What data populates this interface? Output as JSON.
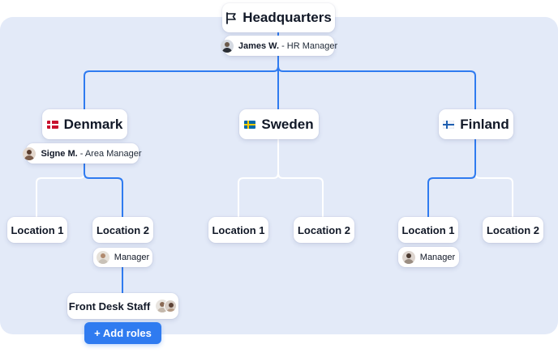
{
  "colors": {
    "panel_bg": "#e3eaf8",
    "line_active": "#2f7bf0",
    "line_default": "#ffffff",
    "button_bg": "#2f7bf0"
  },
  "headquarters": {
    "label": "Headquarters",
    "icon": "flag-icon",
    "contact": {
      "name": "James W.",
      "title": "- HR Manager",
      "avatar": "avatar-icon"
    }
  },
  "countries": [
    {
      "label": "Denmark",
      "flag": "denmark-flag-icon",
      "contact": {
        "name": "Signe M.",
        "title": "- Area Manager",
        "avatar": "avatar-icon"
      },
      "locations": [
        {
          "label": "Location 1"
        },
        {
          "label": "Location 2",
          "role": "Manager"
        }
      ]
    },
    {
      "label": "Sweden",
      "flag": "sweden-flag-icon",
      "locations": [
        {
          "label": "Location 1"
        },
        {
          "label": "Location 2"
        }
      ]
    },
    {
      "label": "Finland",
      "flag": "finland-flag-icon",
      "locations": [
        {
          "label": "Location 1",
          "role": "Manager"
        },
        {
          "label": "Location 2"
        }
      ]
    }
  ],
  "staff": {
    "label": "Front Desk Staff",
    "avatars": [
      "avatar-icon",
      "avatar-icon"
    ]
  },
  "add_roles_button": "+ Add roles"
}
